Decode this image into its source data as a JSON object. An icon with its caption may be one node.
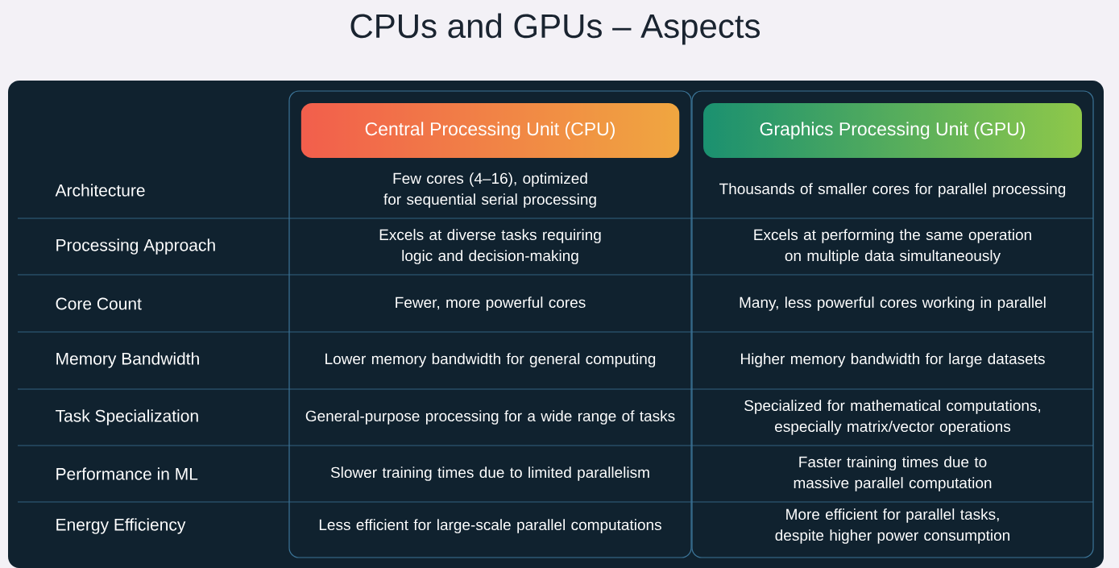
{
  "diagram": {
    "title": "CPUs and GPUs – Aspects",
    "nodes": [
      {
        "text": [
          "Central Processing Unit (CPU)"
        ]
      },
      {
        "text": [
          "Graphics Processing Unit (GPU)"
        ]
      }
    ],
    "labels": [
      "Architecture",
      "Few cores (4–16), optimized for sequential serial processing",
      "Thousands of smaller cores for parallel processing",
      "Processing Approach",
      "Excels at diverse tasks requiring logic and decision-making",
      "Excels at performing the same operation on multiple data simultaneously",
      "Core Count",
      "Fewer, more powerful cores",
      "Many, less powerful cores working in parallel",
      "Memory Bandwidth",
      "Lower memory bandwidth for general computing",
      "Higher memory bandwidth for large datasets",
      "Task Specialization",
      "General-purpose processing for a wide range of tasks",
      "Specialized for mathematical computations, especially matrix/vector operations",
      "Performance in ML",
      "Slower training times due to limited parallelism",
      "Faster training times due to massive parallel computation",
      "Energy Efficiency",
      "Less efficient for large-scale parallel computations",
      "More efficient for parallel tasks, despite higher power consumption"
    ]
  }
}
